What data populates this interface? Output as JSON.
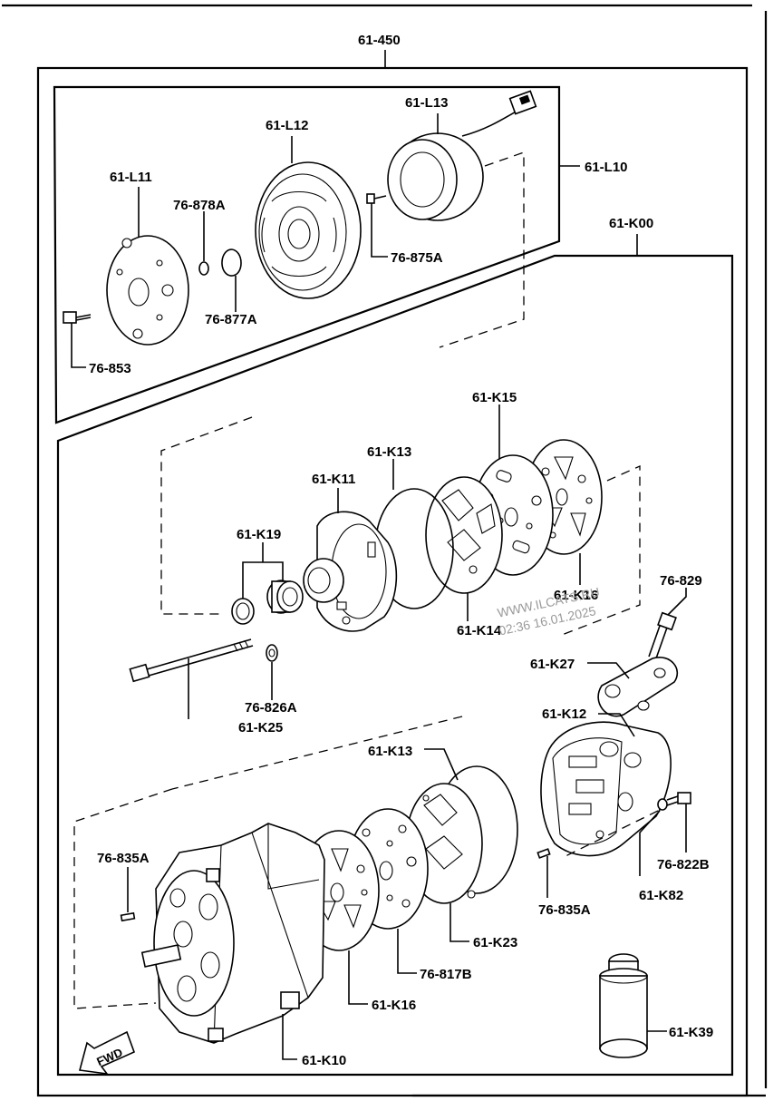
{
  "labels": {
    "assembly": "61-450",
    "clutch_group": "61-L10",
    "compressor_group": "61-K00",
    "l13": "61-L13",
    "l12": "61-L12",
    "l11": "61-L11",
    "b878a": "76-878A",
    "b875a": "76-875A",
    "b877a": "76-877A",
    "b853": "76-853",
    "k15": "61-K15",
    "k13_top": "61-K13",
    "k11": "61-K11",
    "k19": "61-K19",
    "k16_top": "61-K16",
    "k14": "61-K14",
    "b829": "76-829",
    "k27": "61-K27",
    "k12": "61-K12",
    "b826a": "76-826A",
    "k25": "61-K25",
    "k13_bot": "61-K13",
    "b835a_left": "76-835A",
    "b835a_right": "76-835A",
    "b822b": "76-822B",
    "k82": "61-K82",
    "k23": "61-K23",
    "b817b": "76-817B",
    "k16_bot": "61-K16",
    "k10": "61-K10",
    "k39": "61-K39",
    "fwd": "FWD"
  },
  "watermark": {
    "site": "WWW.ILCATS.RU",
    "stamp": "02:36 16.01.2025"
  },
  "icons": {
    "fwd_arrow": "fwd-arrow-icon"
  }
}
